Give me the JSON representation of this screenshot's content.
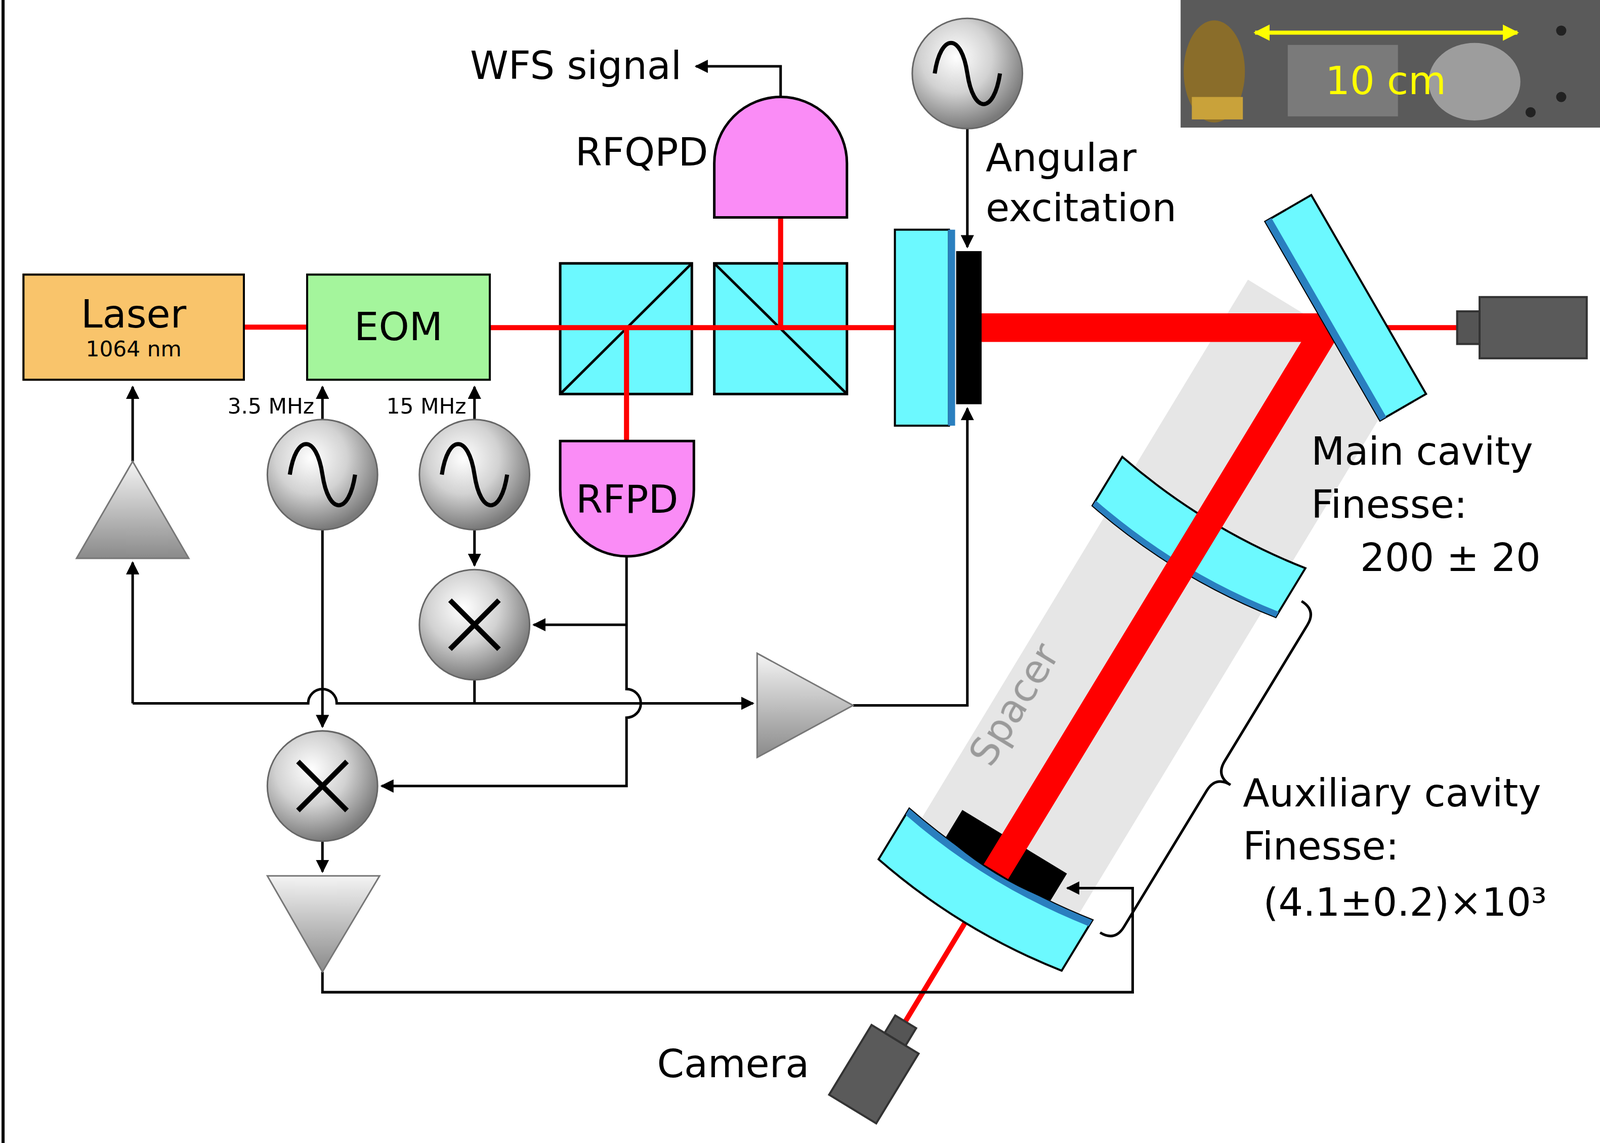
{
  "diagram": {
    "nodes": [
      {
        "text": [
          "Laser",
          "1064 nm"
        ]
      },
      {
        "text": [
          "EOM"
        ]
      },
      {
        "text": [
          "RFQPD"
        ]
      },
      {
        "text": [
          "RFPD"
        ]
      },
      {
        "text": [
          "Spacer"
        ]
      },
      {
        "text": [
          "Camera"
        ]
      }
    ],
    "edges": [
      {
        "from": 0,
        "to": 1,
        "arrow": "none"
      }
    ],
    "labels": [
      "WFS signal",
      "Angular excitation",
      "3.5 MHz",
      "15 MHz",
      "10 cm",
      "Main cavity",
      "Finesse:",
      "200 ± 20",
      "Auxiliary cavity",
      "Finesse:",
      "(4.1±0.2)×10³"
    ]
  }
}
